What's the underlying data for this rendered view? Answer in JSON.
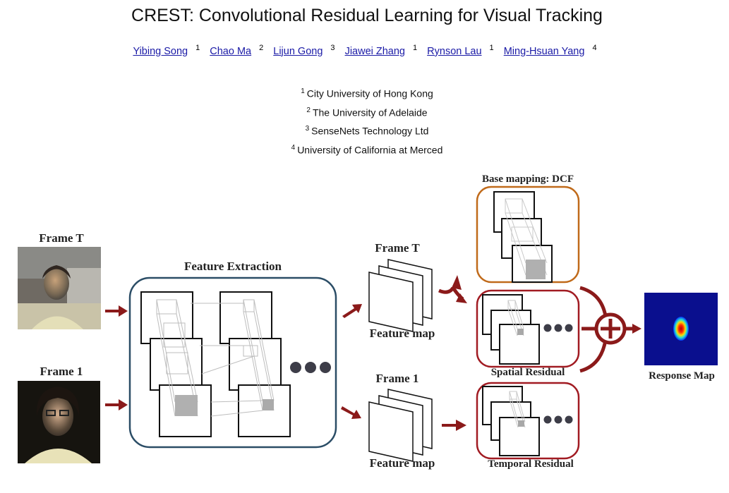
{
  "title": "CREST: Convolutional Residual Learning for Visual Tracking",
  "authors": [
    {
      "name": "Yibing Song",
      "sup": "1"
    },
    {
      "name": "Chao Ma",
      "sup": "2"
    },
    {
      "name": "Lijun Gong",
      "sup": "3"
    },
    {
      "name": "Jiawei Zhang",
      "sup": "1"
    },
    {
      "name": "Rynson Lau",
      "sup": "1"
    },
    {
      "name": "Ming-Hsuan Yang",
      "sup": "4"
    }
  ],
  "affiliations": [
    {
      "sup": "1",
      "name": "City University of Hong Kong"
    },
    {
      "sup": "2",
      "name": "The University of Adelaide"
    },
    {
      "sup": "3",
      "name": "SenseNets Technology Ltd"
    },
    {
      "sup": "4",
      "name": "University of California at Merced"
    }
  ],
  "figure": {
    "frame_t_label": "Frame T",
    "frame_1_label": "Frame 1",
    "feature_extraction_label": "Feature Extraction",
    "featmap_t_title": "Frame T",
    "featmap_t_caption": "Feature map",
    "featmap_1_title": "Frame 1",
    "featmap_1_caption": "Feature map",
    "base_mapping_label": "Base mapping:  DCF",
    "spatial_residual_label": "Spatial Residual",
    "temporal_residual_label": "Temporal  Residual",
    "response_map_label": "Response Map",
    "colors": {
      "feature_box": "#2b4d66",
      "base_box": "#c06a1a",
      "residual_box": "#a11b22",
      "arrow": "#8b1a1a"
    }
  }
}
